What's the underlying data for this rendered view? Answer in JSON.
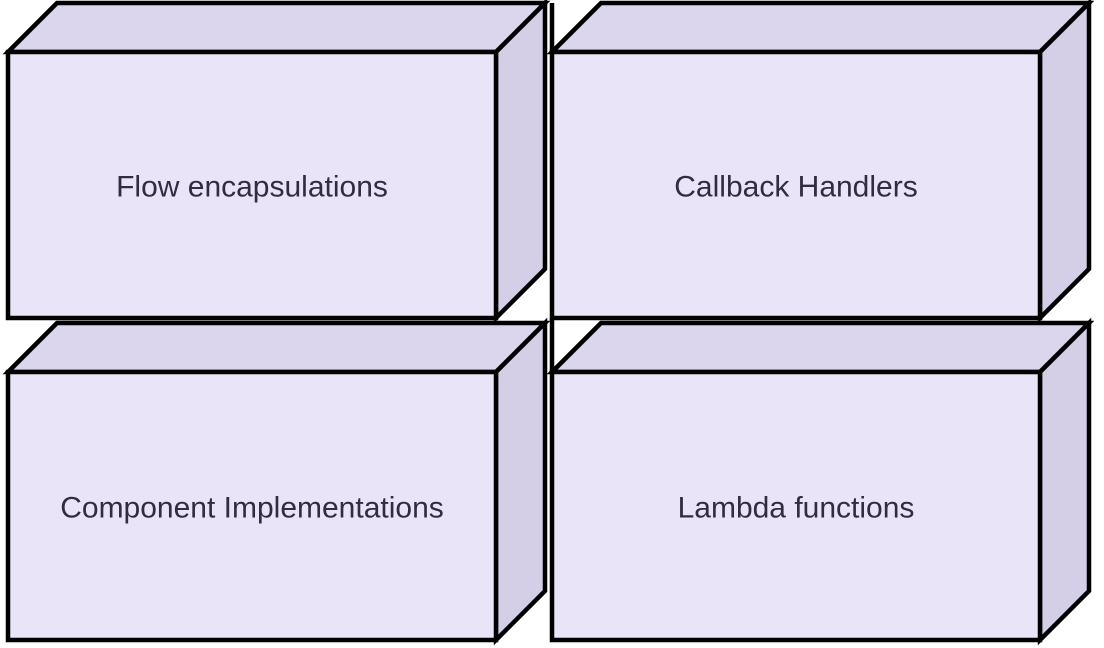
{
  "diagram": {
    "type": "block-diagram-3d-boxes",
    "background": "#ffffff",
    "stroke_color": "#000000",
    "text_color": "#312c3f",
    "face_colors": {
      "front": "#e9e4f7",
      "top": "#dbd5ee",
      "side": "#d4cee6"
    },
    "boxes": [
      {
        "label": "Flow encapsulations",
        "row": 1,
        "col": 1
      },
      {
        "label": "Callback Handlers",
        "row": 1,
        "col": 2
      },
      {
        "label": "Component Implementations",
        "row": 2,
        "col": 1
      },
      {
        "label": "Lambda functions",
        "row": 2,
        "col": 2
      }
    ]
  }
}
